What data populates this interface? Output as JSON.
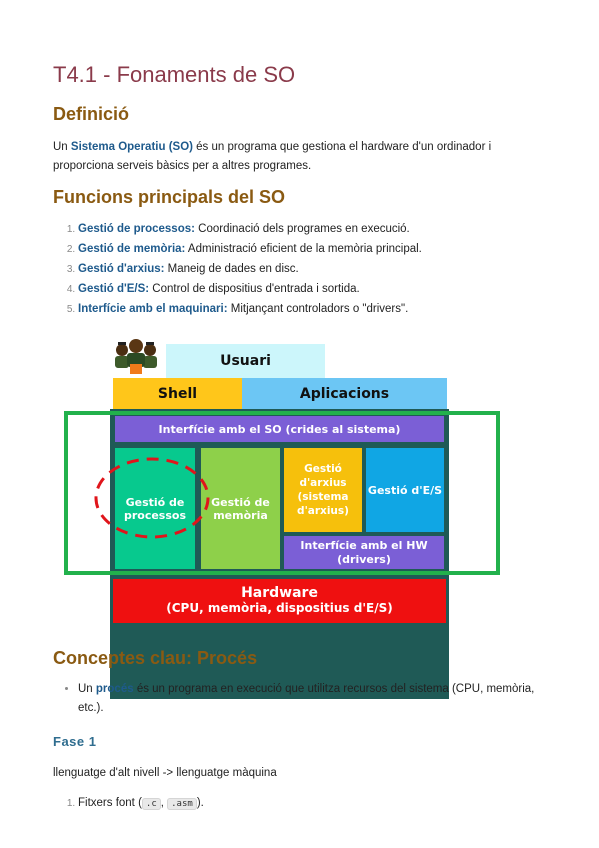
{
  "title": "T4.1 - Fonaments de SO",
  "definicio": {
    "heading": "Definició",
    "pre": "Un ",
    "term": "Sistema Operatiu (SO)",
    "post": " és un programa que gestiona el hardware d'un ordinador i proporciona serveis bàsics per a altres programes."
  },
  "funcions": {
    "heading": "Funcions principals del SO",
    "items": [
      {
        "term": "Gestió de processos:",
        "desc": " Coordinació dels programes en execució."
      },
      {
        "term": "Gestió de memòria:",
        "desc": " Administració eficient de la memòria principal."
      },
      {
        "term": "Gestió d'arxius:",
        "desc": " Maneig de dades en disc."
      },
      {
        "term": "Gestió d'E/S:",
        "desc": " Control de dispositius d'entrada i sortida."
      },
      {
        "term": "Interfície amb el maquinari:",
        "desc": " Mitjançant controladors o \"drivers\"."
      }
    ]
  },
  "diagram": {
    "usuari": "Usuari",
    "shell": "Shell",
    "aplicacions": "Aplicacions",
    "iface_so": "Interfície amb el SO (crides al sistema)",
    "processos": "Gestió de processos",
    "memoria": "Gestió de memòria",
    "arxius": "Gestió d'arxius (sistema d'arxius)",
    "es": "Gestió d'E/S",
    "iface_hw": "Interfície amb el HW (drivers)",
    "hardware": "Hardware",
    "hardware_sub": "(CPU, memòria, dispositius d'E/S)",
    "colors": {
      "so_frame": "#1f5a56",
      "hardware": "#ef1010",
      "highlight_frame": "#22b14c",
      "dash": "#e0151b"
    }
  },
  "conceptes": {
    "heading": "Conceptes clau: Procés",
    "pre": "Un ",
    "term": "procés",
    "post": " és un programa en execució que utilitza recursos del sistema (CPU, memòria, etc.)."
  },
  "fase": {
    "heading": "Fase 1",
    "text": "llenguatge d'alt nivell -> llenguatge màquina",
    "item_pre": "Fitxers font (",
    "code1": ".c",
    "sep": ", ",
    "code2": ".asm",
    "item_post": ")."
  }
}
